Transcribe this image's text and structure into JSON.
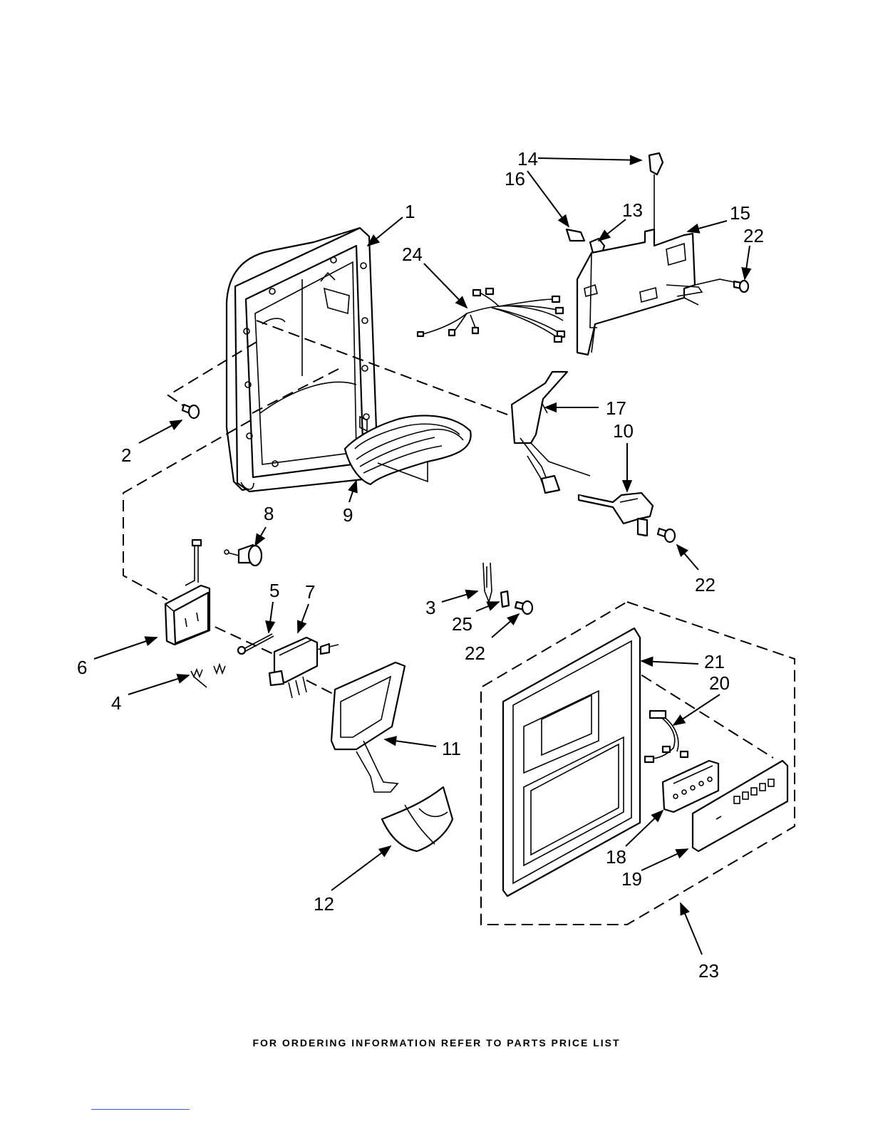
{
  "footer": {
    "text": "FOR ORDERING INFORMATION REFER TO PARTS PRICE LIST"
  },
  "callouts": {
    "p1": "1",
    "p2": "2",
    "p3": "3",
    "p4": "4",
    "p5": "5",
    "p6": "6",
    "p7": "7",
    "p8": "8",
    "p9": "9",
    "p10": "10",
    "p11": "11",
    "p12": "12",
    "p13": "13",
    "p14": "14",
    "p15": "15",
    "p16": "16",
    "p17": "17",
    "p18": "18",
    "p19": "19",
    "p20": "20",
    "p21": "21",
    "p22a": "22",
    "p22b": "22",
    "p22c": "22",
    "p23": "23",
    "p24": "24",
    "p25": "25"
  }
}
